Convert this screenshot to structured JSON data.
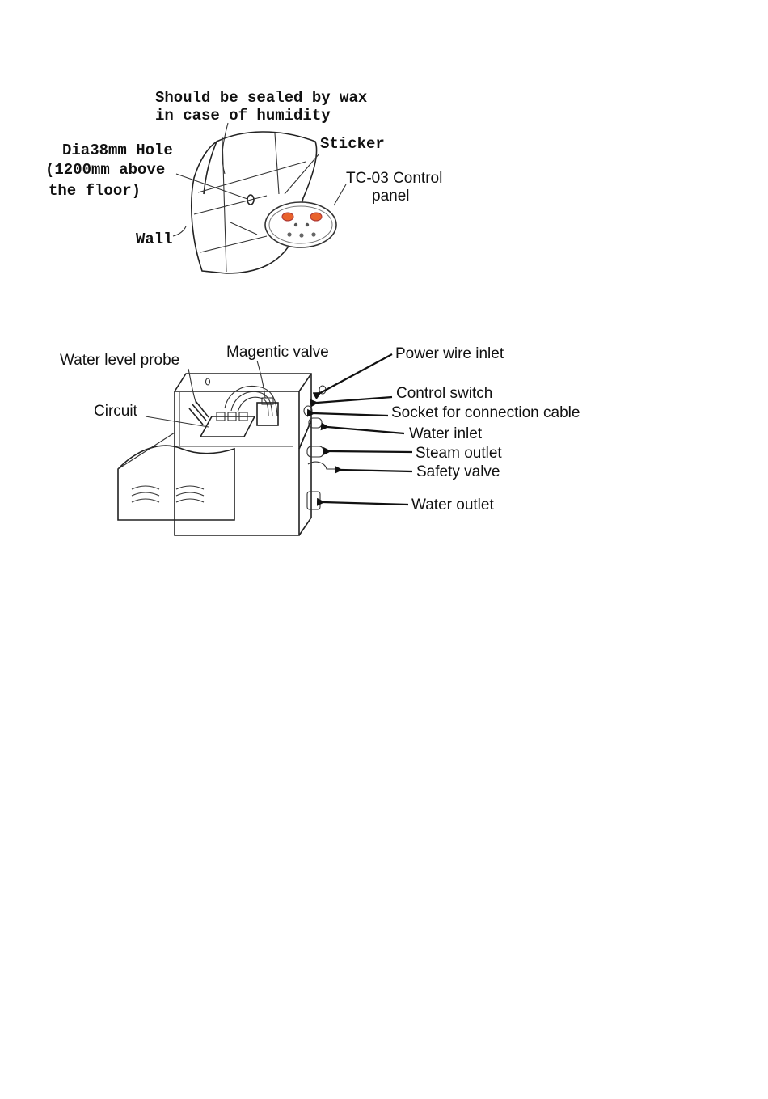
{
  "figure1": {
    "labels": {
      "wax_line1": "Should be sealed by wax",
      "wax_line2": "in case of humidity",
      "sticker": "Sticker",
      "hole_line1": "Dia38mm Hole",
      "hole_line2": "(1200mm above",
      "hole_line3": "the floor)",
      "control_line1": "TC-03 Control",
      "control_line2": "panel",
      "wall": "Wall"
    },
    "panel_button_color": "#e8622c"
  },
  "figure2": {
    "labels": {
      "water_level_probe": "Water level probe",
      "magnetic_valve": "Magentic valve",
      "power_wire_inlet": "Power wire inlet",
      "control_switch": "Control switch",
      "circuit": "Circuit",
      "socket": "Socket for connection cable",
      "water_inlet": "Water inlet",
      "steam_outlet": "Steam outlet",
      "safety_valve": "Safety valve",
      "water_outlet": "Water outlet"
    }
  }
}
